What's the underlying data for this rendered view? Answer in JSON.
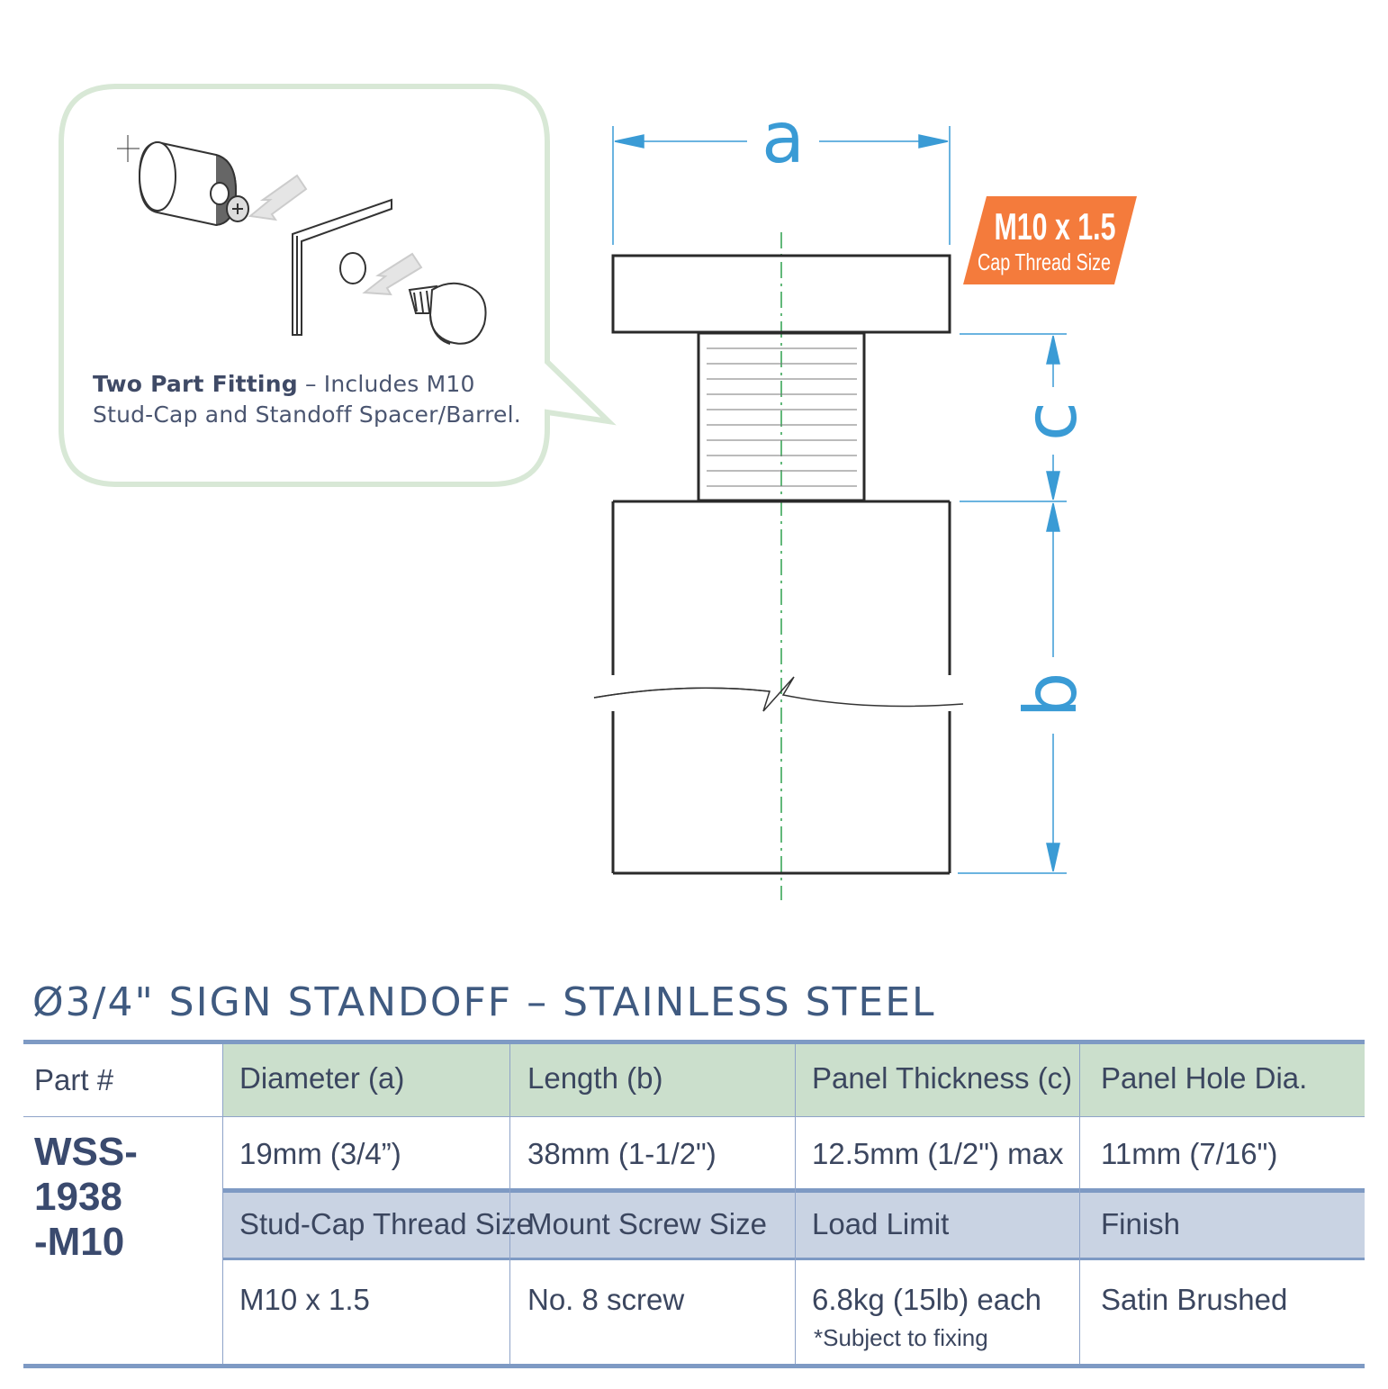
{
  "callout": {
    "bold_text": "Two Part Fitting",
    "text_line1": " – Includes M10",
    "text_line2": "Stud-Cap and Standoff Spacer/Barrel."
  },
  "dimensions": {
    "a": "a",
    "b": "b",
    "c": "c"
  },
  "thread_tag": {
    "size": "M10 x 1.5",
    "label": "Cap Thread Size",
    "color": "#f47b3c"
  },
  "colors": {
    "dimension_lines": "#3a9bd5",
    "center_line": "#2ea04f",
    "callout_border": "#d8e8d6",
    "header_green": "#cbdfcc",
    "header_blue": "#c9d3e3",
    "rule": "#7e9ac4"
  },
  "product_title": "Ø3/4\" SIGN STANDOFF – STAINLESS STEEL",
  "table": {
    "part_label": "Part #",
    "part_number_line1": "WSS-1938",
    "part_number_line2": "-M10",
    "headers_row1": [
      "Diameter (a)",
      "Length (b)",
      "Panel Thickness (c)",
      "Panel Hole Dia."
    ],
    "values_row1": [
      "19mm (3/4”)",
      "38mm (1-1/2\")",
      "12.5mm (1/2\") max",
      "11mm (7/16\")"
    ],
    "headers_row2": [
      "Stud-Cap Thread Size",
      "Mount Screw Size",
      "Load Limit",
      "Finish"
    ],
    "values_row2": [
      "M10 x 1.5",
      "No. 8 screw",
      "6.8kg (15lb) each",
      "Satin Brushed"
    ],
    "load_note": "*Subject to fixing"
  }
}
